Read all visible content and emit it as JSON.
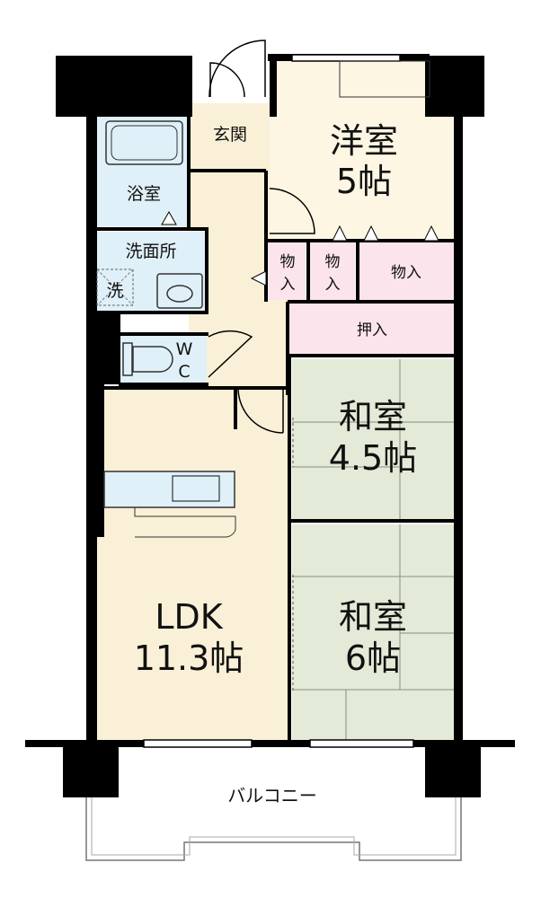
{
  "rooms": {
    "western": {
      "name": "洋室",
      "size": "5帖"
    },
    "japanese1": {
      "name": "和室",
      "size": "4.5帖"
    },
    "japanese2": {
      "name": "和室",
      "size": "6帖"
    },
    "ldk": {
      "name": "LDK",
      "size": "11.3帖"
    },
    "entrance": "玄関",
    "bath": "浴室",
    "washroom": "洗面所",
    "washer": "洗",
    "wc_top": "W",
    "wc_bottom": "C",
    "closet_a_top": "物",
    "closet_a_bottom": "入",
    "closet_b_top": "物",
    "closet_b_bottom": "入",
    "closet_c": "物入",
    "oshiire": "押入",
    "balcony": "バルコニー"
  },
  "colors": {
    "wall": "#000000",
    "western_floor": "#fdf6e3",
    "corridor_floor": "#faf0d7",
    "tatami": "#e3ead7",
    "water_area": "#dff0f8",
    "closet": "#fbe4ec"
  }
}
